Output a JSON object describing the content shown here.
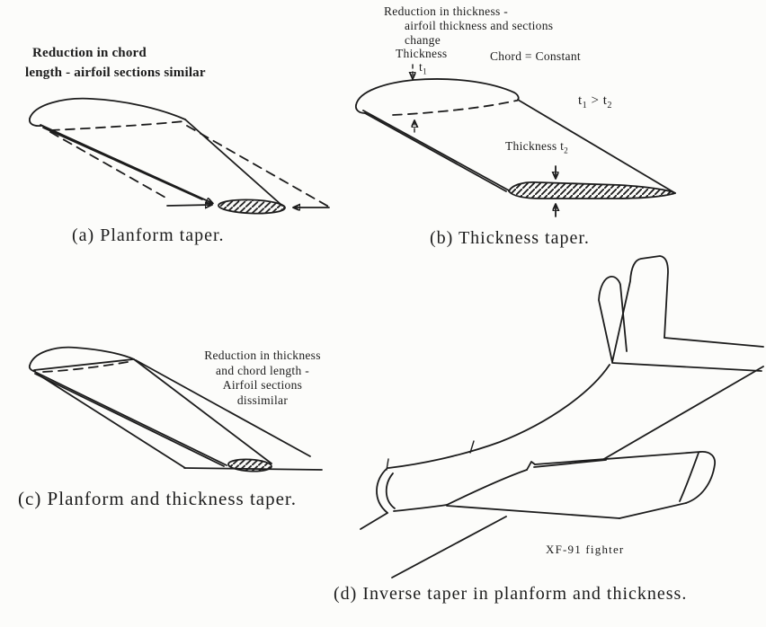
{
  "figure": {
    "panels": {
      "a": {
        "note_line1": "Reduction in chord",
        "note_line2": "length - airfoil sections similar",
        "caption": "(a) Planform taper."
      },
      "b": {
        "note_line1": "Reduction in thickness -",
        "note_line2": "airfoil thickness and sections",
        "note_line3": "change",
        "thickness1_label": "Thickness",
        "thickness1_symbol": "t",
        "thickness1_subscript": "1",
        "chord_note": "Chord = Constant",
        "inequality": {
          "t1": "t",
          "t1_sub": "1",
          "op": " > ",
          "t2": "t",
          "t2_sub": "2"
        },
        "thickness2_label": "Thickness t",
        "thickness2_subscript": "2",
        "caption": "(b) Thickness taper."
      },
      "c": {
        "note_line1": "Reduction in thickness",
        "note_line2": "and chord length -",
        "note_line3": "Airfoil sections",
        "note_line4": "dissimilar",
        "caption": "(c) Planform and thickness taper."
      },
      "d": {
        "aircraft_label": "XF-91 fighter",
        "caption": "(d) Inverse taper in planform and thickness."
      }
    }
  },
  "colors": {
    "ink": "#1c1c1c",
    "paper": "#fcfcfa"
  }
}
